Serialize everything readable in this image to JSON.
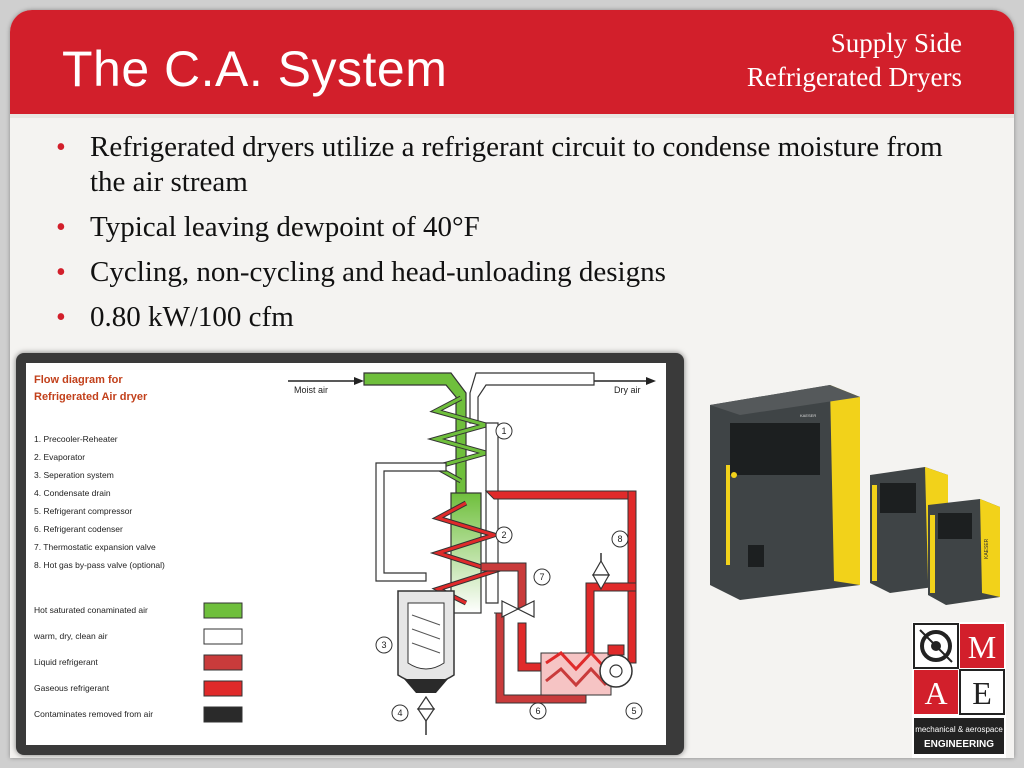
{
  "header": {
    "title": "The C.A. System",
    "subtitle_line1": "Supply Side",
    "subtitle_line2": "Refrigerated Dryers"
  },
  "bullets": [
    "Refrigerated dryers utilize a refrigerant circuit to condense moisture from the air stream",
    "Typical leaving dewpoint of 40°F",
    "Cycling, non-cycling and head-unloading designs",
    "0.80 kW/100 cfm"
  ],
  "diagram": {
    "title_line1": "Flow diagram for",
    "title_line2": "Refrigerated Air dryer",
    "inlet_label": "Moist air",
    "outlet_label": "Dry air",
    "components": [
      "1.  Precooler-Reheater",
      "2.  Evaporator",
      "3.  Seperation system",
      "4.  Condensate drain",
      "5.  Refrigerant compressor",
      "6.  Refrigerant codenser",
      "7.  Thermostatic expansion valve",
      "8.  Hot gas by-pass valve (optional)"
    ],
    "legend": [
      {
        "label": "Hot saturated conaminated air",
        "color": "#6fbf3c"
      },
      {
        "label": "warm, dry, clean air",
        "color": "#ffffff"
      },
      {
        "label": "Liquid refrigerant",
        "color": "#c93b3b"
      },
      {
        "label": "Gaseous refrigerant",
        "color": "#e02a2a"
      },
      {
        "label": "Contaminates removed from air",
        "color": "#2a2a2a"
      }
    ],
    "callouts": [
      "1",
      "2",
      "3",
      "4",
      "5",
      "6",
      "7",
      "8"
    ]
  },
  "photo": {
    "brand": "KAESER"
  },
  "logo": {
    "letter_m": "M",
    "letter_a": "A",
    "letter_e": "E",
    "line1": "mechanical & aerospace",
    "line2": "ENGINEERING"
  },
  "colors": {
    "accent": "#d21f2b",
    "dryer_yellow": "#f2d21a",
    "dryer_body": "#3f4446"
  }
}
